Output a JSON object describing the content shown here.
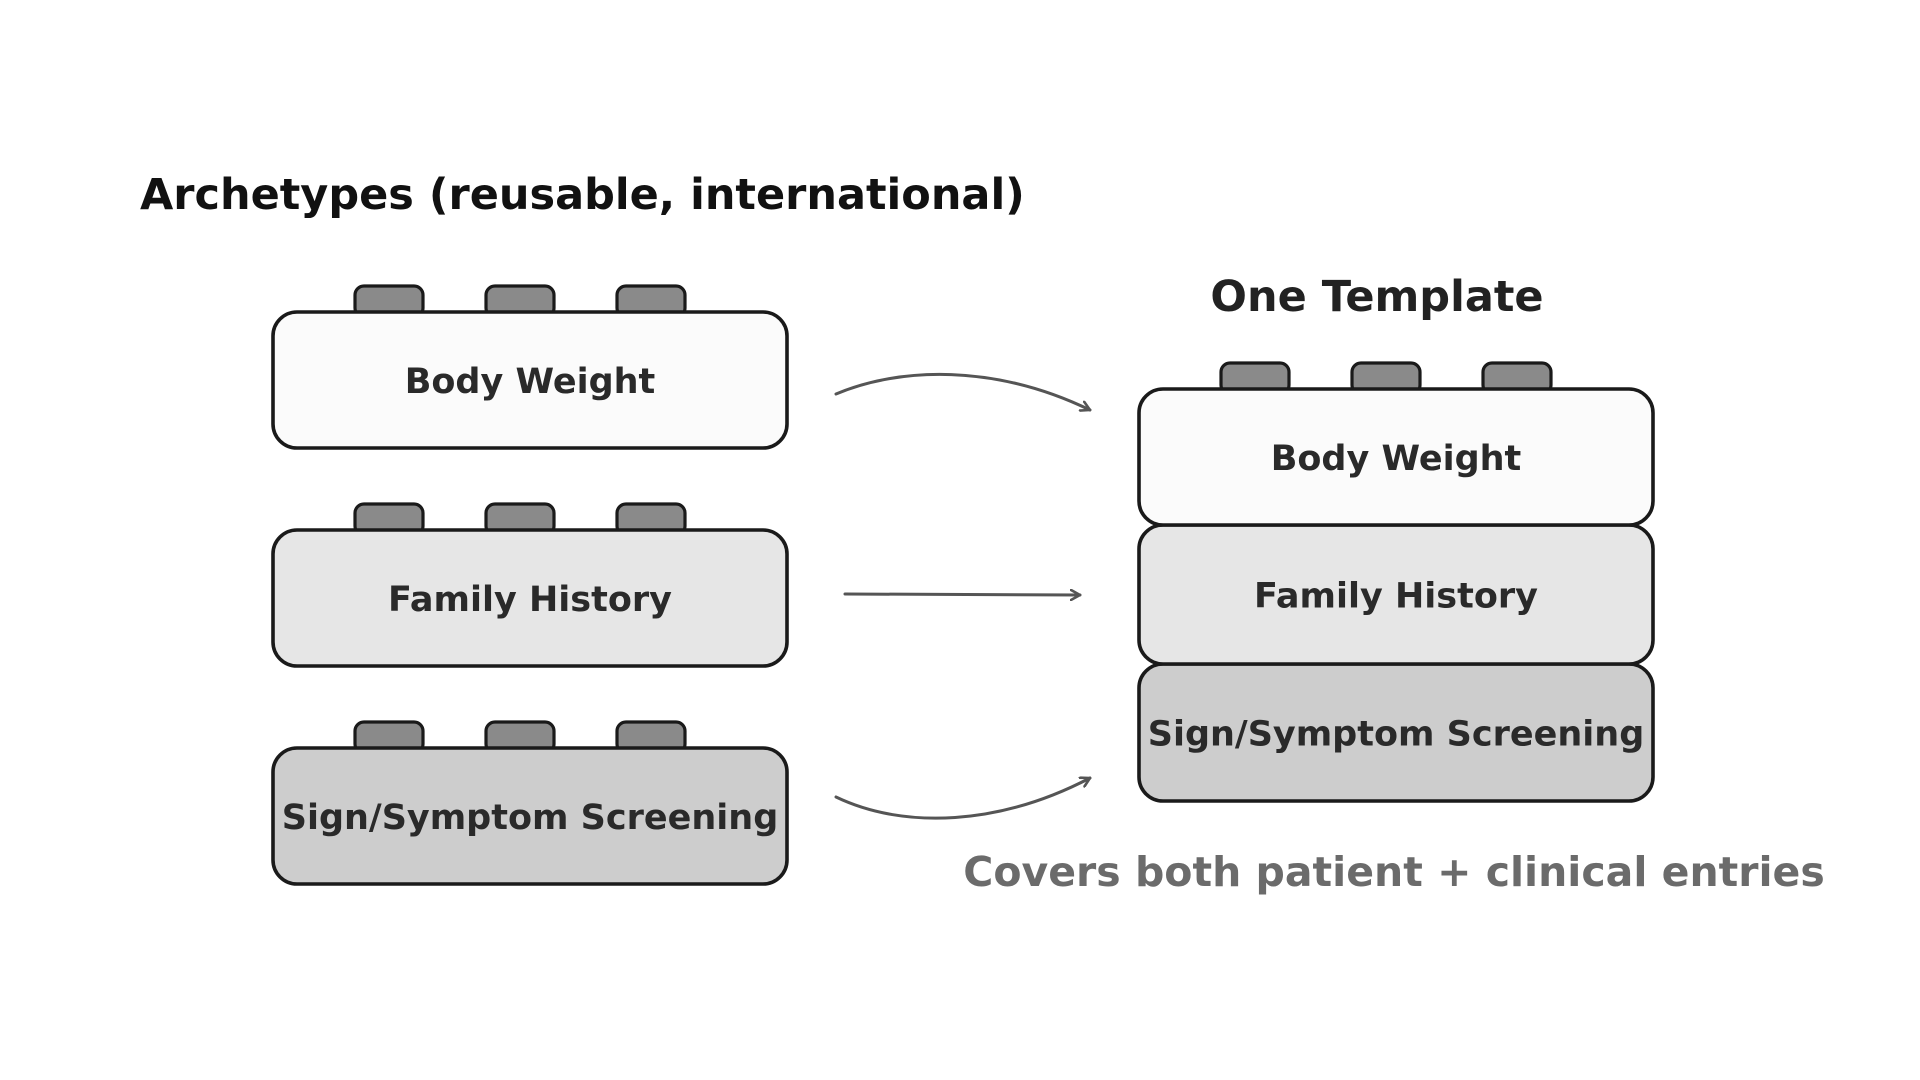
{
  "left_heading": "Archetypes (reusable, international)",
  "right_heading": "One Template",
  "caption": "Covers both patient + clinical entries",
  "archetypes": [
    {
      "label": "Body Weight",
      "fill": "#fbfbfb"
    },
    {
      "label": "Family History",
      "fill": "#e6e6e6"
    },
    {
      "label": "Sign/Symptom Screening",
      "fill": "#cdcdcd"
    }
  ],
  "template_blocks": [
    {
      "label": "Body Weight",
      "fill": "#fbfbfb"
    },
    {
      "label": "Family History",
      "fill": "#e6e6e6"
    },
    {
      "label": "Sign/Symptom Screening",
      "fill": "#cdcdcd"
    }
  ],
  "colors": {
    "stroke": "#1a1a1a",
    "stud": "#8a8a8a",
    "arrow": "#555555",
    "heading": "#111111",
    "block_text": "#2a2a2a",
    "caption": "#6b6b6b"
  }
}
